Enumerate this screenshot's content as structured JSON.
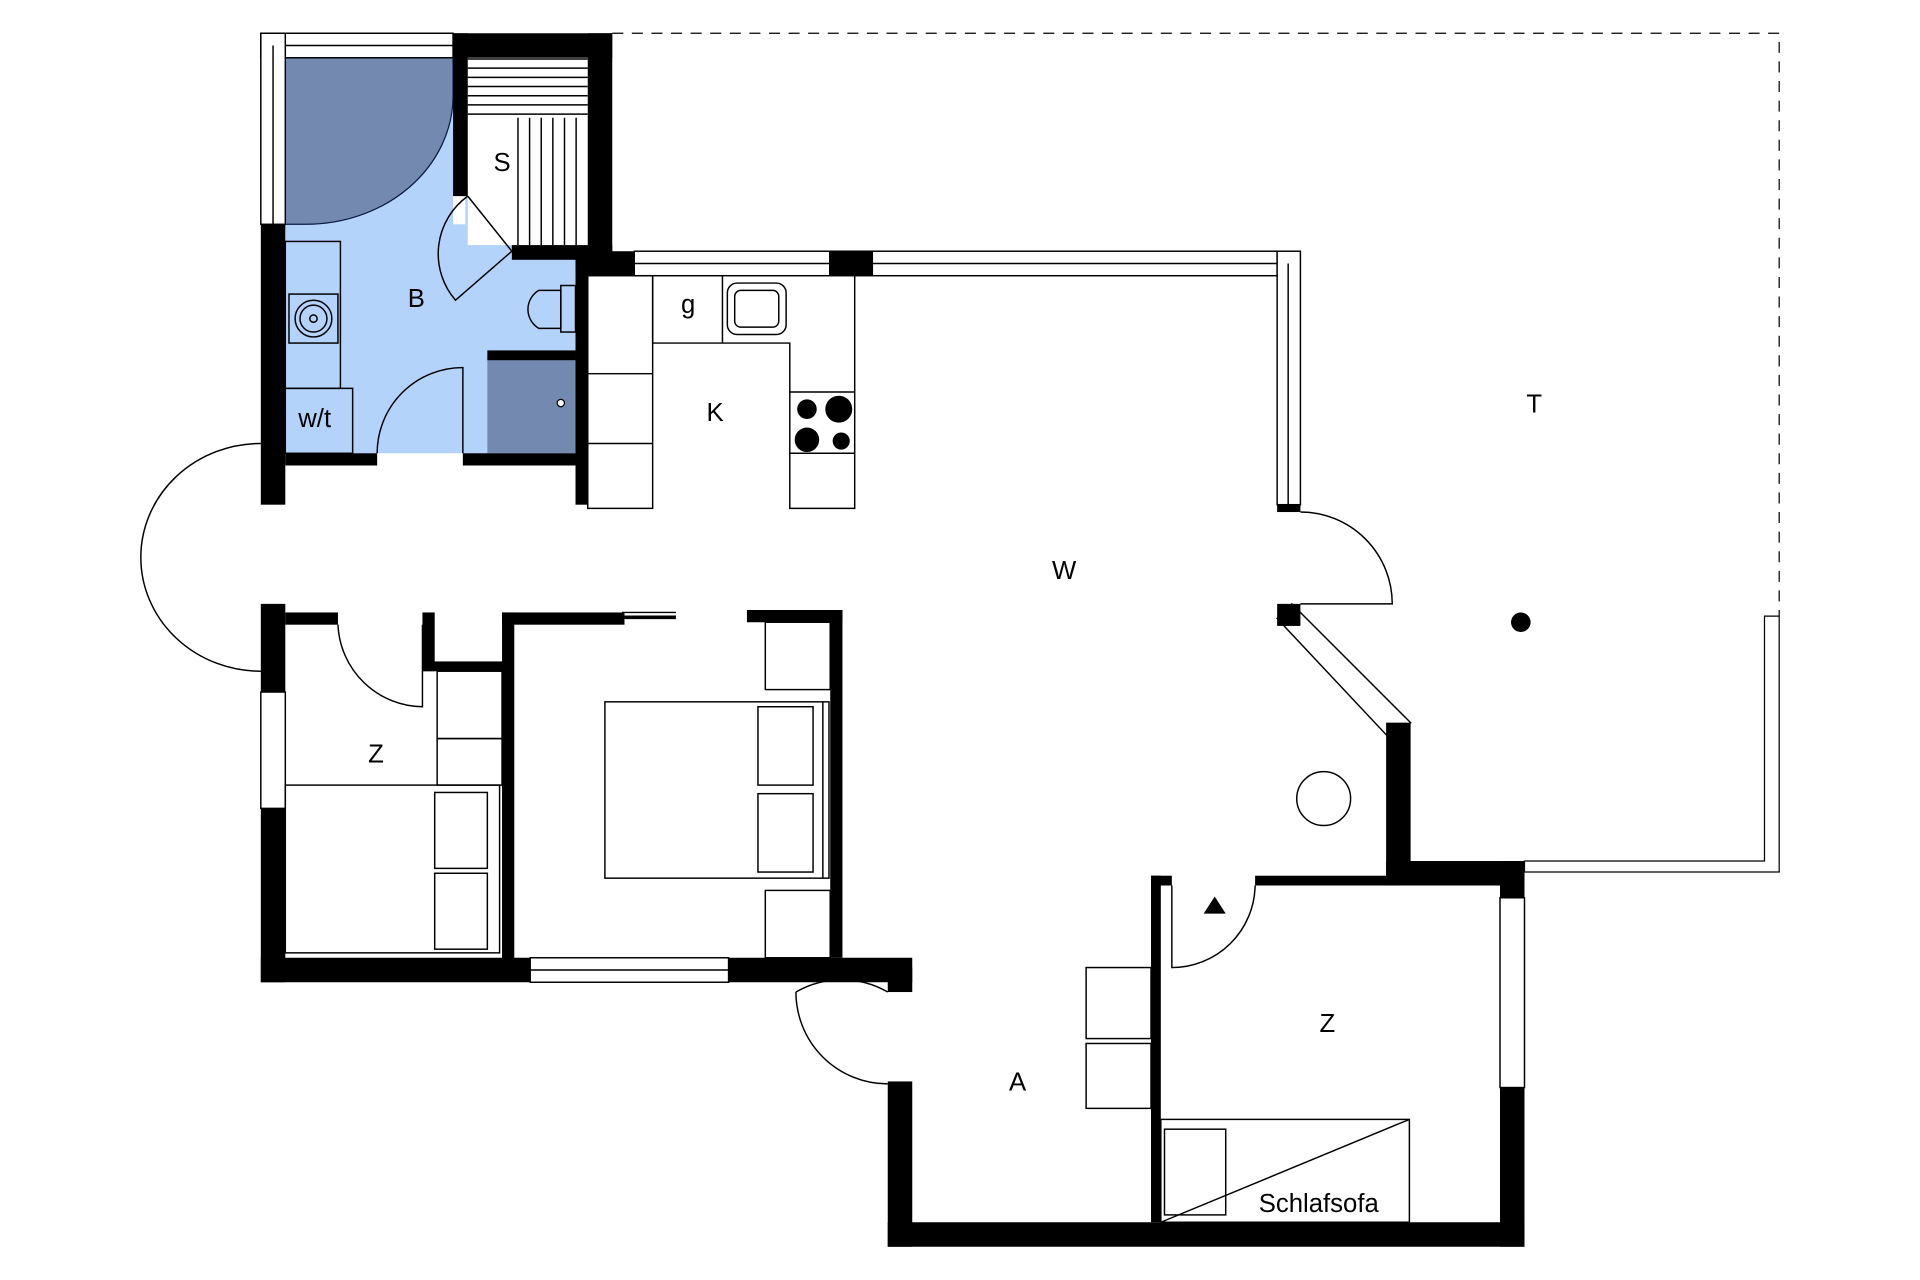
{
  "floorplan": {
    "rooms": {
      "sauna": "S",
      "bath": "B",
      "wardrobe_nook": "g",
      "kitchen": "K",
      "washer_dryer": "w/t",
      "terrace": "T",
      "living": "W",
      "bedroom_left": "Z",
      "bedroom_right": "Z",
      "utility": "A",
      "sofa_bed": "Schlafsofa"
    },
    "colors": {
      "bath_floor": "#b3d3fb",
      "shower_fixture": "#7489b0",
      "walls": "#000000"
    }
  }
}
